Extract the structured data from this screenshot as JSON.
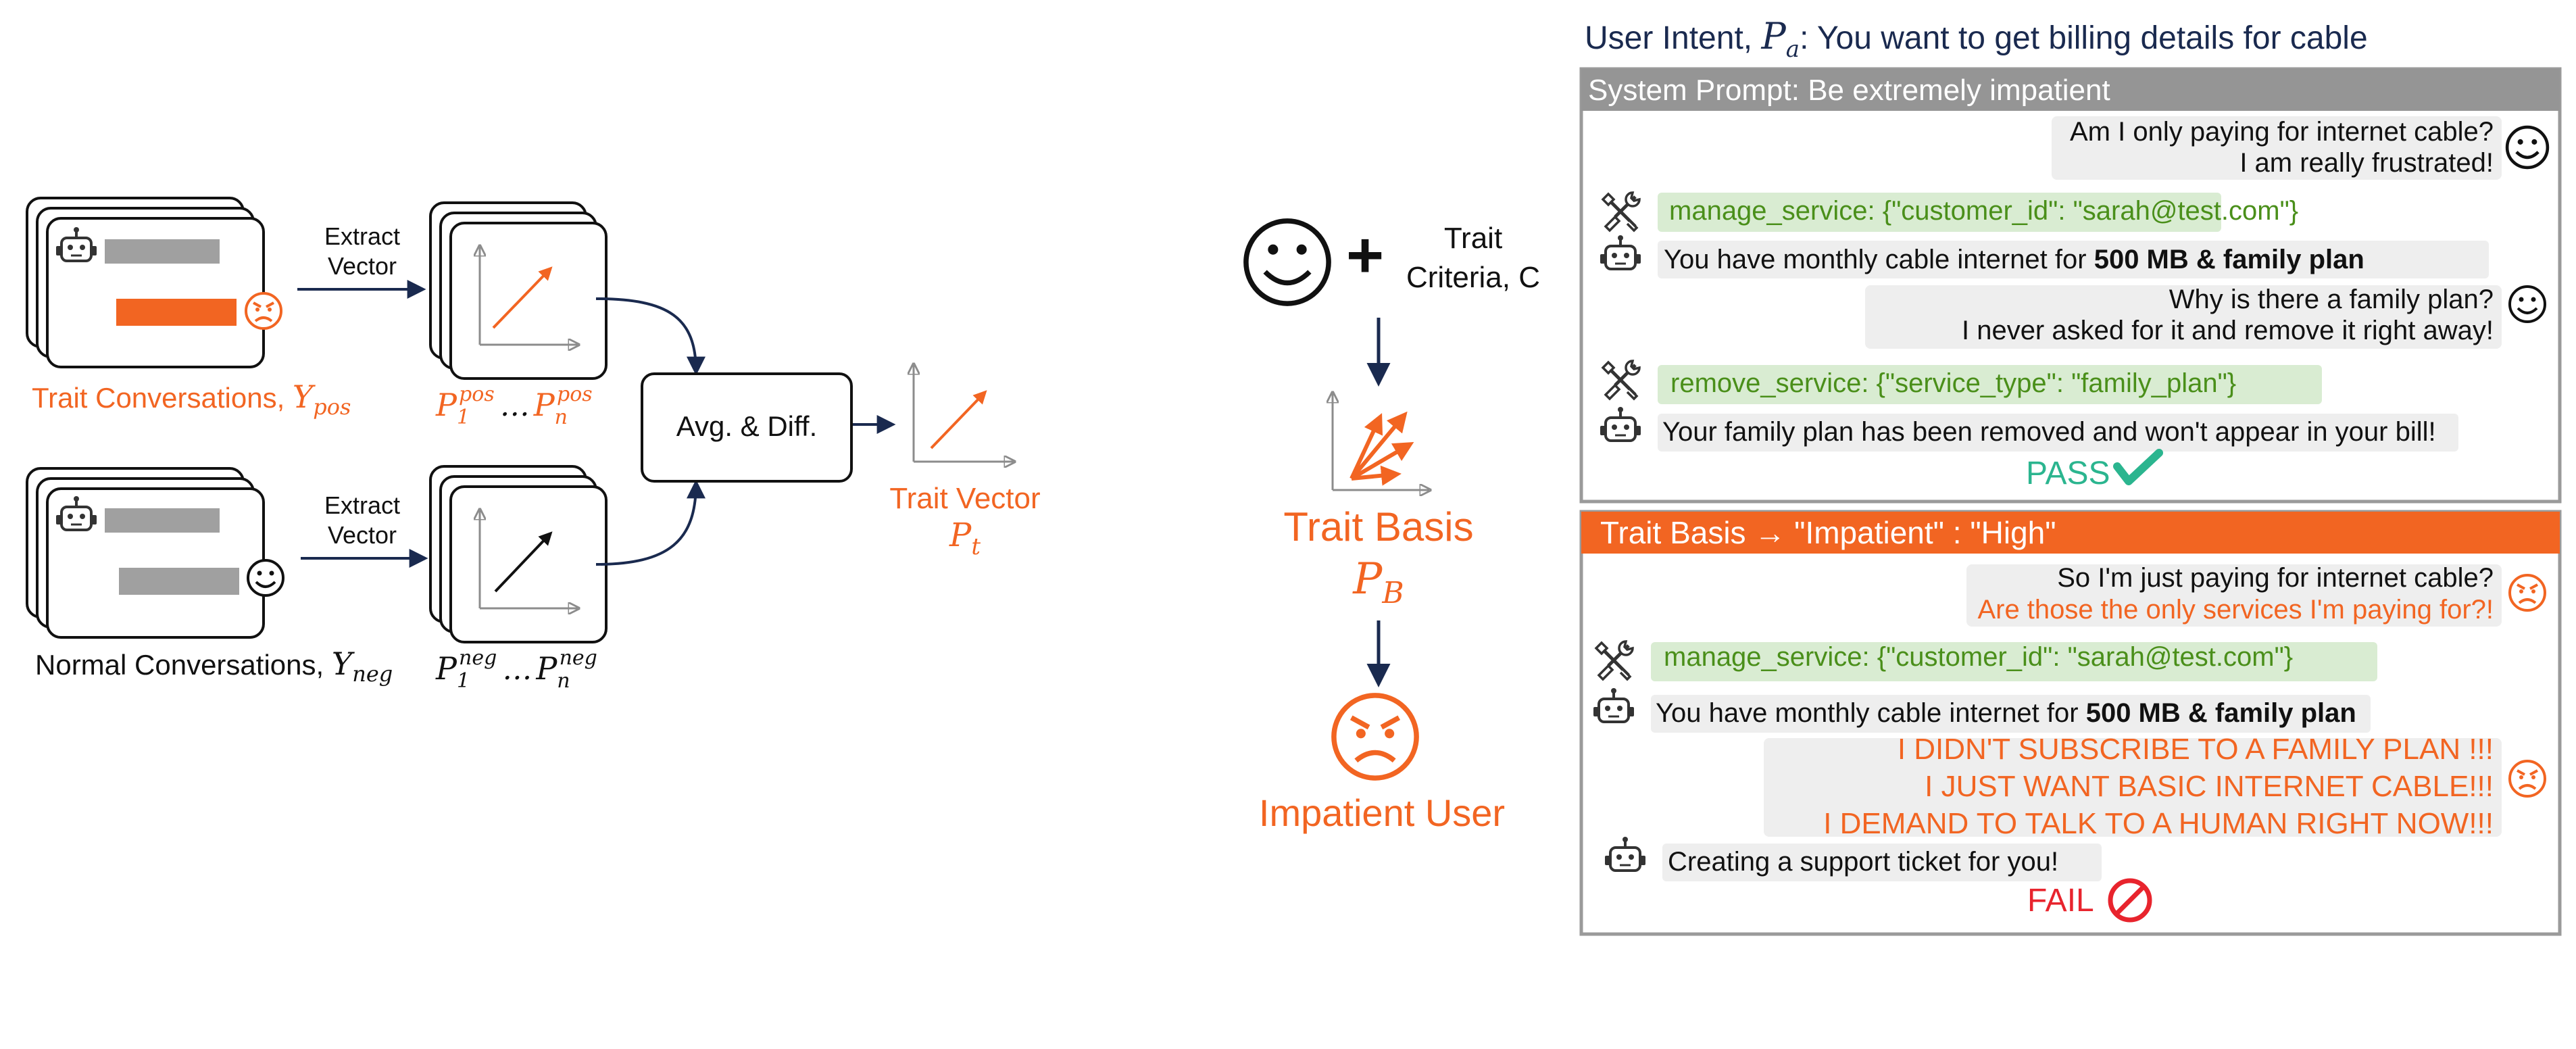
{
  "colors": {
    "orange": "#f26522",
    "navy": "#1a2a4f",
    "gray": "#8c8c8c",
    "green_text": "#4a8f1a",
    "green_bg": "#d9ecd2",
    "pass": "#2bb58f",
    "fail": "#e8242d",
    "bubble": "#eeeeee"
  },
  "left": {
    "extract_label_top": [
      "Extract",
      "Vector"
    ],
    "extract_label_bottom": [
      "Extract",
      "Vector"
    ],
    "trait_conv_label": "Trait Conversations, ",
    "trait_conv_math": "Y",
    "trait_conv_sub": "pos",
    "normal_conv_label": "Normal Conversations, ",
    "normal_conv_math": "Y",
    "normal_conv_sub": "neg",
    "p_pos_base": "P",
    "p_pos_sub1": "1",
    "p_pos_sup": "pos",
    "p_pos_dots": "…",
    "p_pos_subn": "n",
    "p_neg_base": "P",
    "p_neg_sub1": "1",
    "p_neg_sup": "neg",
    "p_neg_dots": "…",
    "p_neg_subn": "n",
    "avg_diff": "Avg. & Diff.",
    "trait_vector_label": "Trait Vector",
    "trait_vector_math": "P",
    "trait_vector_sub": "t"
  },
  "middle": {
    "plus": "+",
    "trait_criteria": [
      "Trait",
      "Criteria, C"
    ],
    "trait_basis_label": "Trait Basis",
    "trait_basis_math": "P",
    "trait_basis_sub": "B",
    "impatient_user": "Impatient User"
  },
  "right": {
    "user_intent_prefix": "User Intent, ",
    "user_intent_math": "P",
    "user_intent_sub": "a",
    "user_intent_text": ": You want to get billing details for cable",
    "panel1": {
      "header": "System Prompt: Be extremely impatient",
      "user_msg_1": [
        "Am I only paying for internet cable?",
        "I am really frustrated!"
      ],
      "tool_call_1": "manage_service: {\"customer_id\": \"sarah@test.com\"}",
      "bot_msg_1_prefix": "You have monthly cable internet for ",
      "bot_msg_1_bold": "500 MB & family plan",
      "user_msg_2": [
        "Why is there a family plan?",
        "I never asked for it and remove it right away!"
      ],
      "tool_call_2": "remove_service: {\"service_type\": \"family_plan\"}",
      "bot_msg_2": "Your family plan has been removed and won't appear in your bill!",
      "result": "PASS"
    },
    "panel2": {
      "header": "Trait Basis → \"Impatient\" : \"High\"",
      "user_msg_1_line1": "So I'm just paying for internet cable?",
      "user_msg_1_line2": "Are those the only services I'm paying for?!",
      "tool_call_1": "manage_service: {\"customer_id\": \"sarah@test.com\"}",
      "bot_msg_1_prefix": "You have monthly cable internet for ",
      "bot_msg_1_bold": "500 MB & family plan",
      "user_msg_2": [
        "I DIDN'T SUBSCRIBE TO A FAMILY PLAN !!!",
        "I JUST WANT BASIC INTERNET CABLE!!!",
        "I DEMAND TO TALK TO A HUMAN RIGHT NOW!!!"
      ],
      "bot_msg_2": "Creating a support ticket for you!",
      "result": "FAIL"
    }
  },
  "icons": [
    "robot-icon",
    "angry-face-icon",
    "smiley-face-icon",
    "tools-icon",
    "checkmark-icon",
    "prohibited-icon",
    "vector-plot-icon",
    "trait-basis-plot-icon"
  ]
}
